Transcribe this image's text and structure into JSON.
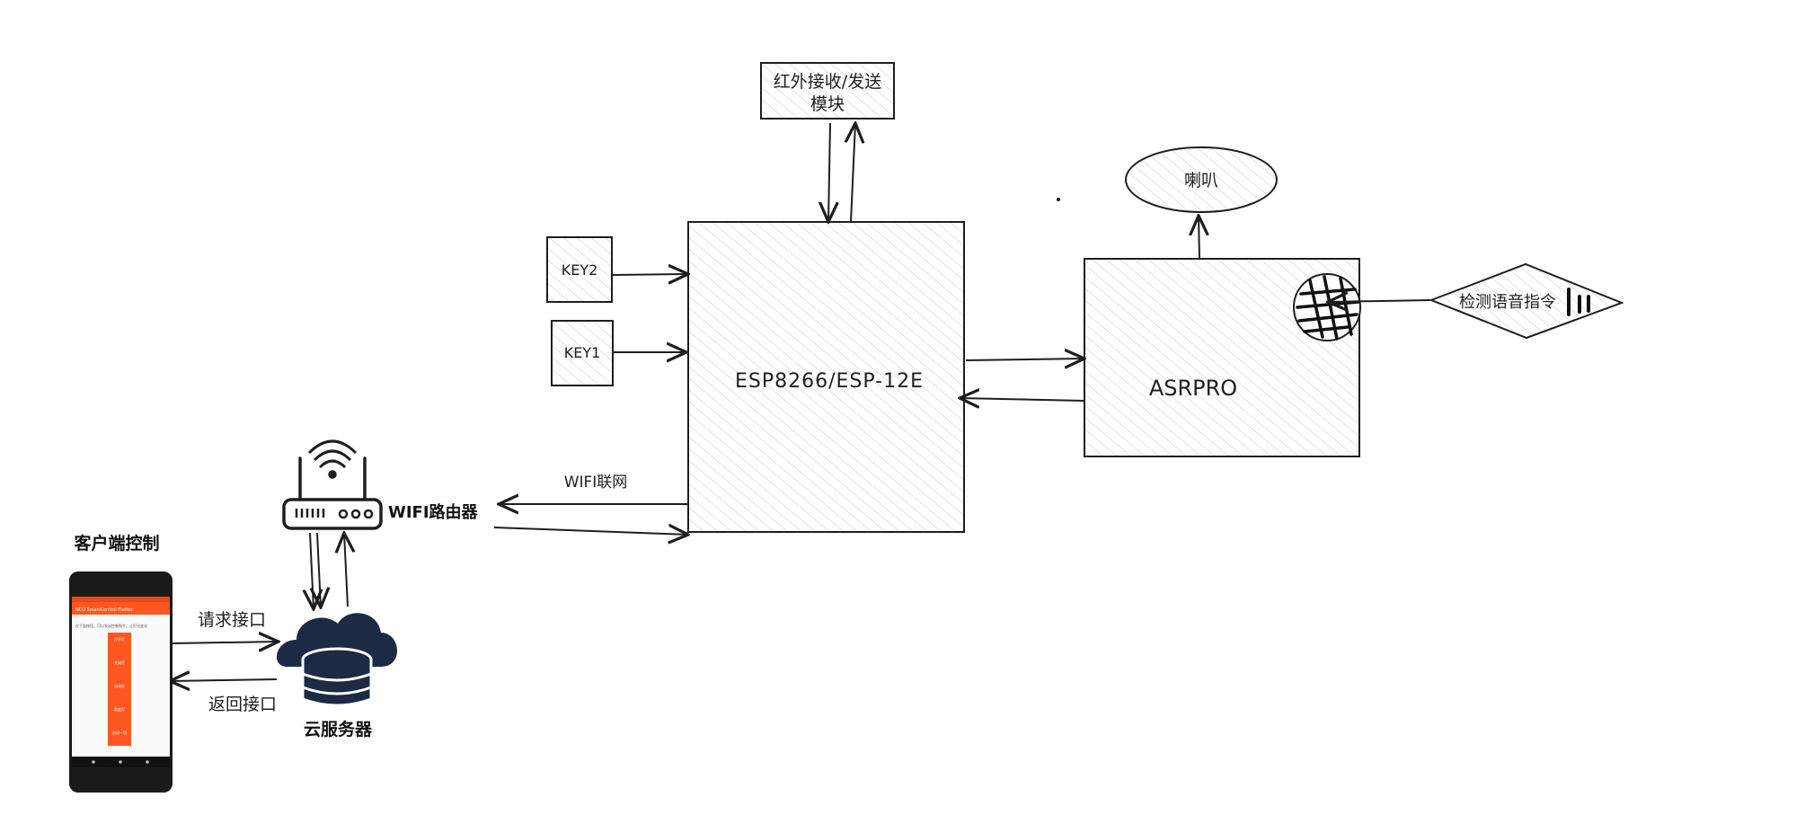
{
  "diagram": {
    "nodes": {
      "ir_module": {
        "label_line1": "红外接收/发送",
        "label_line2": "模块"
      },
      "esp": {
        "label": "ESP8266/ESP-12E"
      },
      "key2": {
        "label": "KEY2"
      },
      "key1": {
        "label": "KEY1"
      },
      "speaker": {
        "label": "喇叭"
      },
      "asrpro": {
        "label": "ASRPRO"
      },
      "voice_cmd": {
        "label": "检测语音指令"
      },
      "router": {
        "label": "WIFI路由器"
      },
      "cloud": {
        "label": "云服务器"
      },
      "client": {
        "label": "客户端控制"
      }
    },
    "edges": {
      "wifi": {
        "label": "WIFI联网"
      },
      "request": {
        "label": "请求接口"
      },
      "response": {
        "label": "返回接口"
      }
    }
  },
  "phone_ui": {
    "app_bar_title": "NCU SmartControl Flutter",
    "description": "在下面按钮，可以发送控制指令，让灯光变化",
    "buttons": [
      "打开灯",
      "关闭灯",
      "自动灯",
      "渐变灯",
      "关闭一切"
    ]
  },
  "colors": {
    "stroke": "#1e1e1e",
    "phone_accent": "#ff5722",
    "cloud_fill": "#1d2a44"
  }
}
